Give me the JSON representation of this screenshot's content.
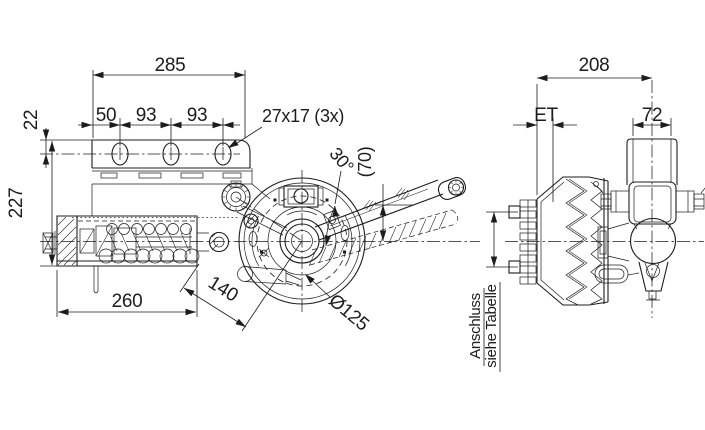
{
  "drawing": {
    "colors": {
      "line": "#1c1c1c",
      "background": "#ffffff"
    },
    "dimensions_left_view": {
      "overall_width": "285",
      "hole_pitch_1": "50",
      "hole_pitch_2": "93",
      "hole_pitch_3": "93",
      "slot_size_label": "27x17 (3x)",
      "top_edge_to_hole": "22",
      "overall_height": "227",
      "housing_length": "260",
      "center_distance": "140",
      "drum_diameter": "Ø125",
      "lever_angle": "30°",
      "lever_height_ref": "(70)"
    },
    "dimensions_right_view": {
      "overall_width": "208",
      "insertion_depth_label": "ET",
      "bracket_width": "72",
      "connection_note_line1": "Anschluss",
      "connection_note_line2": "siehe Tabelle"
    }
  }
}
